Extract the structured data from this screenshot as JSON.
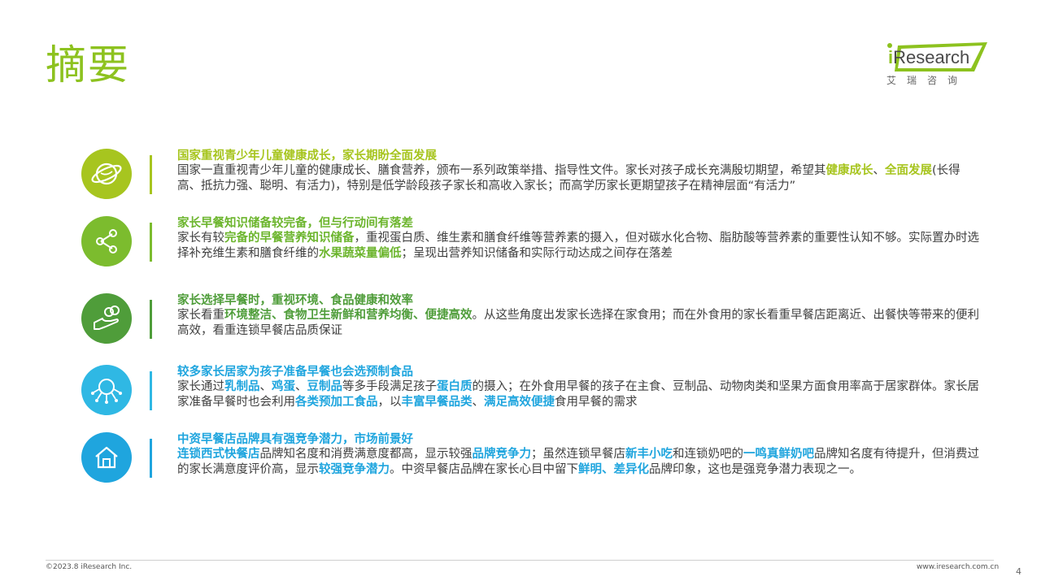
{
  "header": {
    "title": "摘要"
  },
  "logo": {
    "i": "i",
    "brand": "Research",
    "subtitle": "艾瑞咨询"
  },
  "colors": {
    "accent_yellow_green": "#a7c51f",
    "accent_green": "#6cb52d",
    "accent_dark_green": "#4f9d3a",
    "accent_blue": "#1fa5de",
    "title_green": "#8dc21f"
  },
  "items": [
    {
      "icon": "planet-icon",
      "heading": "国家重视青少年儿童健康成长，家长期盼全面发展",
      "body": [
        {
          "t": "国家一直重视青少年儿童的健康成长、膳食营养，颁布一系列政策举措、指导性文件。家长对孩子成长充满殷切期望，希望其"
        },
        {
          "t": "健康成长",
          "hl": true
        },
        {
          "t": "、"
        },
        {
          "t": "全面发展",
          "hl": true
        },
        {
          "t": "(长得高、抵抗力强、聪明、有活力)，特别是低学龄段孩子家长和高收入家长；而高学历家长更期望孩子在精神层面“有活力”"
        }
      ]
    },
    {
      "icon": "share-icon",
      "heading": "家长早餐知识储备较完备，但与行动间有落差",
      "body": [
        {
          "t": "家长有较"
        },
        {
          "t": "完备的早餐营养知识储备",
          "hl": true
        },
        {
          "t": "，重视蛋白质、维生素和膳食纤维等营养素的摄入，但对碳水化合物、脂肪酸等营养素的重要性认知不够。实际置办时选择补充维生素和膳食纤维的"
        },
        {
          "t": "水果蔬菜量偏低",
          "hl": true
        },
        {
          "t": "；呈现出营养知识储备和实际行动达成之间存在落差"
        }
      ]
    },
    {
      "icon": "hand-coins-icon",
      "heading": "家长选择早餐时，重视环境、食品健康和效率",
      "body": [
        {
          "t": "家长看重"
        },
        {
          "t": "环境整洁、食物卫生新鲜和营养均衡、便捷高效",
          "hl": true
        },
        {
          "t": "。从这些角度出发家长选择在家食用；而在外食用的家长看重早餐店距离近、出餐快等带来的便利高效，看重连锁早餐店品质保证"
        }
      ]
    },
    {
      "icon": "network-icon",
      "heading": "较多家长居家为孩子准备早餐也会选预制食品",
      "body": [
        {
          "t": "家长通过"
        },
        {
          "t": "乳制品",
          "hl": true
        },
        {
          "t": "、"
        },
        {
          "t": "鸡蛋",
          "hl": true
        },
        {
          "t": "、"
        },
        {
          "t": "豆制品",
          "hl": true
        },
        {
          "t": "等多手段满足孩子"
        },
        {
          "t": "蛋白质",
          "hl": true
        },
        {
          "t": "的摄入；在外食用早餐的孩子在主食、豆制品、动物肉类和坚果方面食用率高于居家群体。家长居家准备早餐时也会利用"
        },
        {
          "t": "各类预加工食品",
          "hl": true
        },
        {
          "t": "，以"
        },
        {
          "t": "丰富早餐品类",
          "hl": true
        },
        {
          "t": "、"
        },
        {
          "t": "满足高效便捷",
          "hl": true
        },
        {
          "t": "食用早餐的需求"
        }
      ]
    },
    {
      "icon": "house-icon",
      "heading": "中资早餐店品牌具有强竞争潜力，市场前景好",
      "body": [
        {
          "t": "连锁西式快餐店",
          "hl": true
        },
        {
          "t": "品牌知名度和消费满意度都高，显示较强"
        },
        {
          "t": "品牌竞争力",
          "hl": true
        },
        {
          "t": "；虽然连锁早餐店"
        },
        {
          "t": "新丰小吃",
          "hl": true
        },
        {
          "t": "和连锁奶吧的"
        },
        {
          "t": "一鸣真鲜奶吧",
          "hl": true
        },
        {
          "t": "品牌知名度有待提升，但消费过的家长满意度评价高，显示"
        },
        {
          "t": "较强竞争潜力",
          "hl": true
        },
        {
          "t": "。中资早餐店品牌在家长心目中留下"
        },
        {
          "t": "鲜明、差异化",
          "hl": true
        },
        {
          "t": "品牌印象，这也是强竞争潜力表现之一。"
        }
      ]
    }
  ],
  "footer": {
    "copyright": "©2023.8 iResearch Inc.",
    "url": "www.iresearch.com.cn",
    "page": "4"
  }
}
